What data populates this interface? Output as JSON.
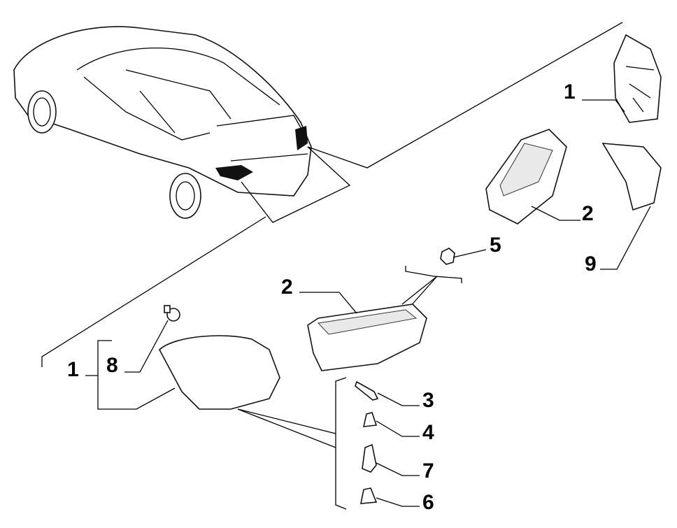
{
  "diagram": {
    "callouts": [
      {
        "id": "c1-top",
        "label": "1"
      },
      {
        "id": "c2-right",
        "label": "2"
      },
      {
        "id": "c5",
        "label": "5"
      },
      {
        "id": "c9",
        "label": "9"
      },
      {
        "id": "c2-left",
        "label": "2"
      },
      {
        "id": "c1-left",
        "label": "1"
      },
      {
        "id": "c8",
        "label": "8"
      },
      {
        "id": "c3",
        "label": "3"
      },
      {
        "id": "c4",
        "label": "4"
      },
      {
        "id": "c7",
        "label": "7"
      },
      {
        "id": "c6",
        "label": "6"
      }
    ]
  }
}
